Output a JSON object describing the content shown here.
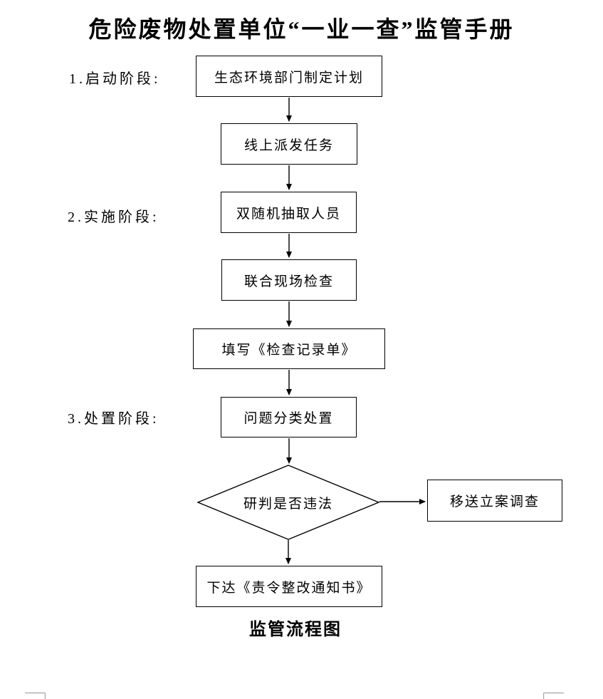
{
  "title": "危险废物处置单位“一业一查”监管手册",
  "phases": [
    {
      "label": "1.启动阶段:"
    },
    {
      "label": "2.实施阶段:"
    },
    {
      "label": "3.处置阶段:"
    }
  ],
  "steps": [
    {
      "label": "生态环境部门制定计划"
    },
    {
      "label": "线上派发任务"
    },
    {
      "label": "双随机抽取人员"
    },
    {
      "label": "联合现场检查"
    },
    {
      "label": "填写《检查记录单》"
    },
    {
      "label": "问题分类处置"
    },
    {
      "label": "下达《责令整改通知书》"
    }
  ],
  "decision": {
    "label": "研判是否违法"
  },
  "branch": {
    "label": "移送立案调查"
  },
  "caption": "监管流程图",
  "colors": {
    "line": "#000000",
    "margin_mark": "#a6a6a6",
    "background": "#ffffff"
  }
}
